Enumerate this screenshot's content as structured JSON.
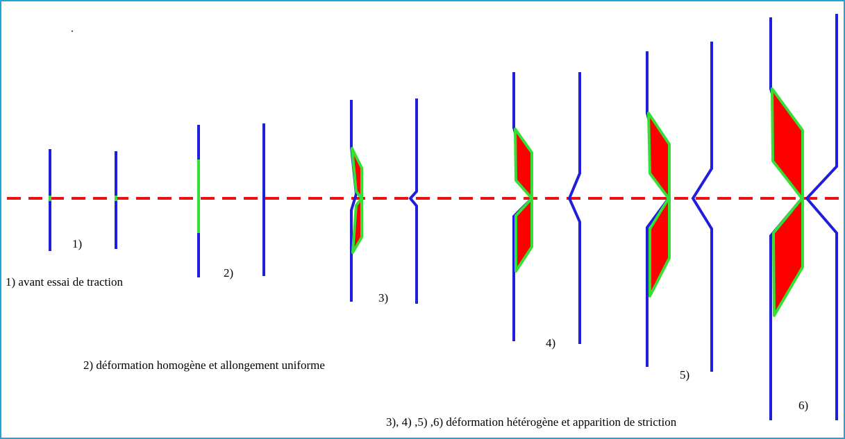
{
  "colors": {
    "border": "#1fa3d8",
    "outline": "#1f1fdb",
    "zone_edge": "#33e033",
    "zone_fill": "#ff0000",
    "axis": "#ee1111"
  },
  "stage_labels": {
    "s1": "1)",
    "s2": "2)",
    "s3": "3)",
    "s4": "4)",
    "s5": "5)",
    "s6": "6)"
  },
  "captions": {
    "c1": "1) avant essai de traction",
    "c2": "2) déformation homogène et allongement uniforme",
    "c3": "3), 4) ,5) ,6) déformation hétérogène et apparition de striction"
  }
}
